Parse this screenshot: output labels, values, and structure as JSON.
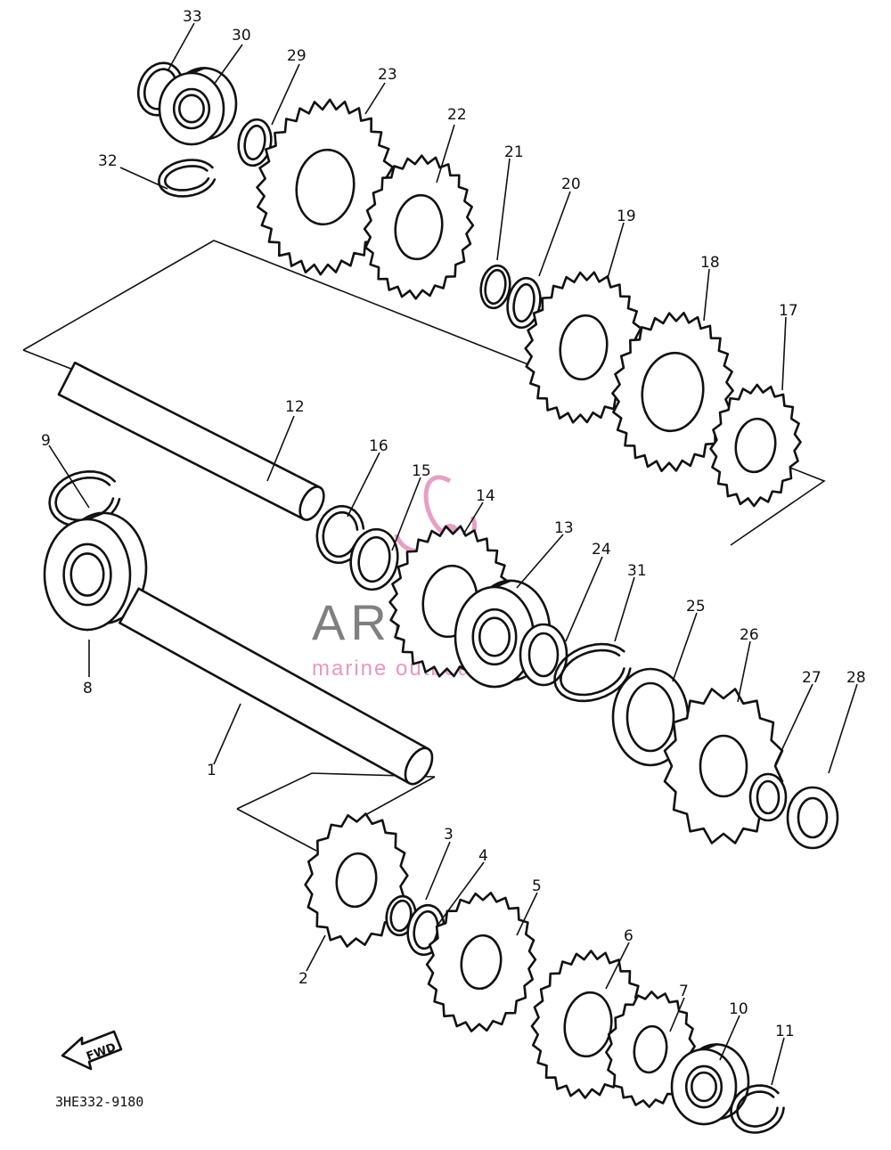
{
  "diagram": {
    "part_code": "3HE332-9180",
    "fwd_label": "FWD",
    "watermark": {
      "brand": "ARMADA",
      "tagline": "marine outboards",
      "accent_color": "#e07fb2"
    },
    "callouts": [
      {
        "id": "1",
        "text": "1"
      },
      {
        "id": "2",
        "text": "2"
      },
      {
        "id": "3",
        "text": "3"
      },
      {
        "id": "4",
        "text": "4"
      },
      {
        "id": "5",
        "text": "5"
      },
      {
        "id": "6",
        "text": "6"
      },
      {
        "id": "7",
        "text": "7"
      },
      {
        "id": "8",
        "text": "8"
      },
      {
        "id": "9",
        "text": "9"
      },
      {
        "id": "10",
        "text": "10"
      },
      {
        "id": "11",
        "text": "11"
      },
      {
        "id": "12",
        "text": "12"
      },
      {
        "id": "13",
        "text": "13"
      },
      {
        "id": "14",
        "text": "14"
      },
      {
        "id": "15",
        "text": "15"
      },
      {
        "id": "16",
        "text": "16"
      },
      {
        "id": "17",
        "text": "17"
      },
      {
        "id": "18",
        "text": "18"
      },
      {
        "id": "19",
        "text": "19"
      },
      {
        "id": "20",
        "text": "20"
      },
      {
        "id": "21",
        "text": "21"
      },
      {
        "id": "22",
        "text": "22"
      },
      {
        "id": "23",
        "text": "23"
      },
      {
        "id": "24",
        "text": "24"
      },
      {
        "id": "25",
        "text": "25"
      },
      {
        "id": "26",
        "text": "26"
      },
      {
        "id": "27",
        "text": "27"
      },
      {
        "id": "28",
        "text": "28"
      },
      {
        "id": "29",
        "text": "29"
      },
      {
        "id": "30",
        "text": "30"
      },
      {
        "id": "31",
        "text": "31"
      },
      {
        "id": "32",
        "text": "32"
      },
      {
        "id": "33",
        "text": "33"
      }
    ]
  }
}
